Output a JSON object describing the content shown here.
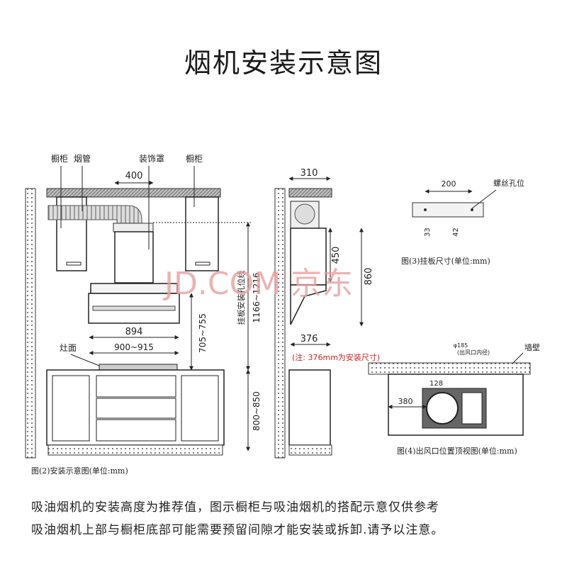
{
  "title": "烟机安装示意图",
  "main_diagram": {
    "labels": {
      "cabinet_left": "橱柜",
      "duct": "烟管",
      "cover": "装饰罩",
      "cabinet_right": "橱柜",
      "cooktop": "灶面"
    },
    "dims": {
      "cover_width": "400",
      "hood_width": "894",
      "stove_range": "900~915",
      "hood_height": "705~755",
      "mount_hole": "1166~1216",
      "mount_hole_label": "挂板安装孔位线",
      "counter_height": "800~850"
    },
    "caption": "图(2)安装示意图(单位:mm)"
  },
  "side_diagram": {
    "dims": {
      "depth_top": "310",
      "d450": "450",
      "d860": "860",
      "d376": "376"
    },
    "note": "(注: 376mm为安装尺寸)"
  },
  "plate_diagram": {
    "dims": {
      "width": "200",
      "d33": "33",
      "d42": "42"
    },
    "screw_label": "螺丝孔位",
    "caption": "图(3)挂板尺寸(单位:mm)"
  },
  "top_view": {
    "wall_label": "墙壁",
    "dia": "φ185",
    "dia_label": "(出风口内径)",
    "d128": "128",
    "d380": "380",
    "caption": "图(4)出风口位置顶视图(单位:mm)"
  },
  "watermark": "JD.COM 京东",
  "description": [
    "吸油烟机的安装高度为推荐值，图示橱柜与吸油烟机的搭配示意仅供参考",
    "吸油烟机上部与橱柜底部可能需要预留间隙才能安装或拆卸.请予以注意。"
  ],
  "colors": {
    "note": "#d42020",
    "watermark": "#e8a0a0"
  }
}
